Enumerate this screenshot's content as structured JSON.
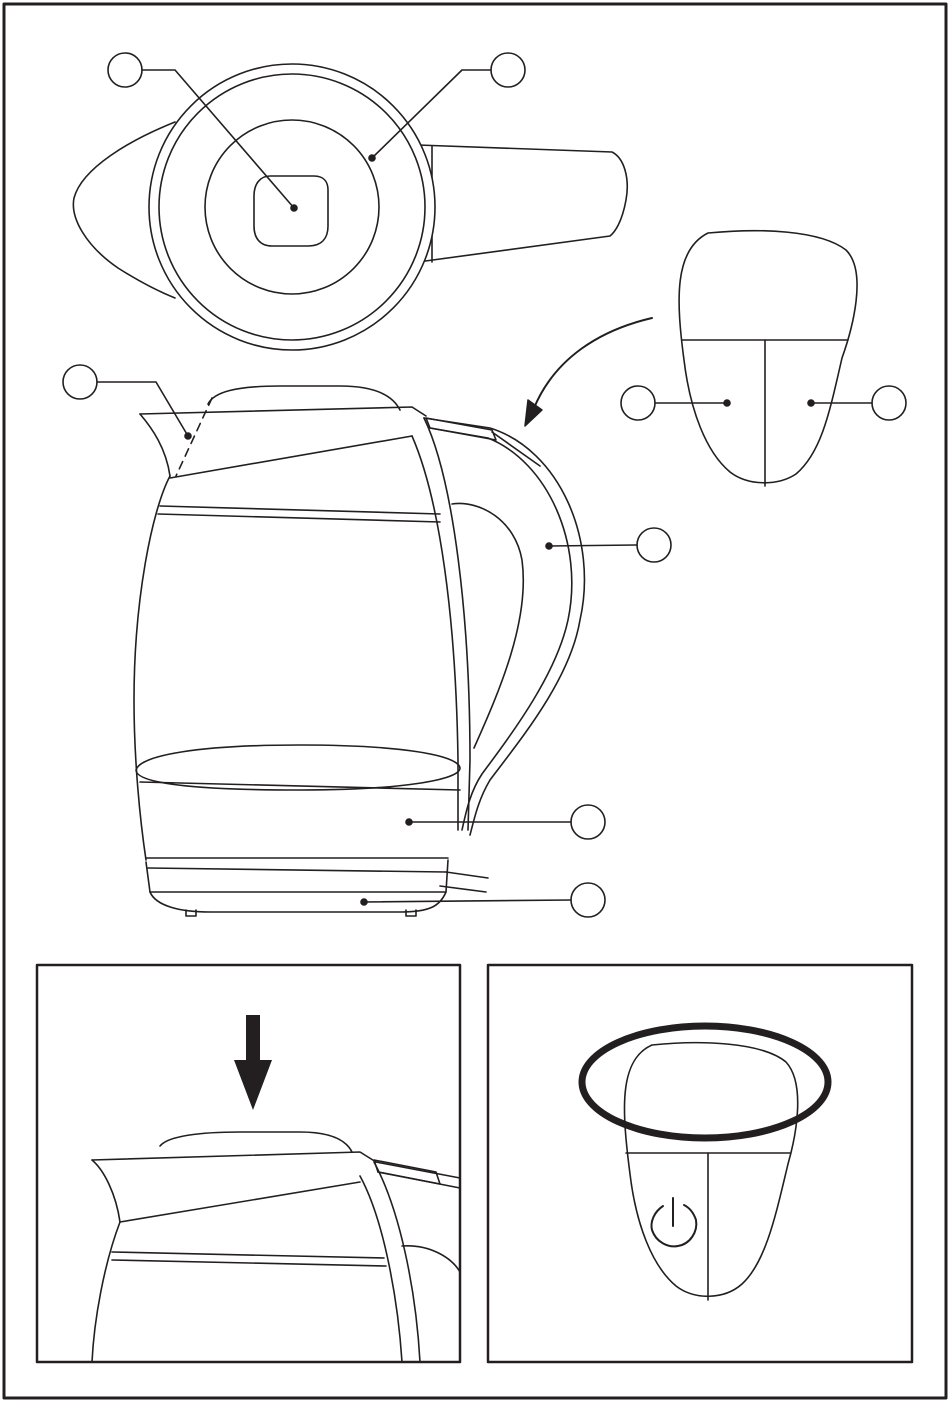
{
  "page": {
    "background": "#ffffff",
    "stroke": "#231f20"
  },
  "callouts": [
    {
      "name": "callout-lid-center",
      "label": ""
    },
    {
      "name": "callout-lid-ring",
      "label": ""
    },
    {
      "name": "callout-spout-filter",
      "label": ""
    },
    {
      "name": "callout-control-left",
      "label": ""
    },
    {
      "name": "callout-control-right",
      "label": ""
    },
    {
      "name": "callout-handle",
      "label": ""
    },
    {
      "name": "callout-water-body",
      "label": ""
    },
    {
      "name": "callout-base",
      "label": ""
    }
  ],
  "panels": {
    "left": {
      "arrow": "down-arrow-icon"
    },
    "right": {
      "icon": "power-icon",
      "highlight": "ellipse-highlight"
    }
  }
}
